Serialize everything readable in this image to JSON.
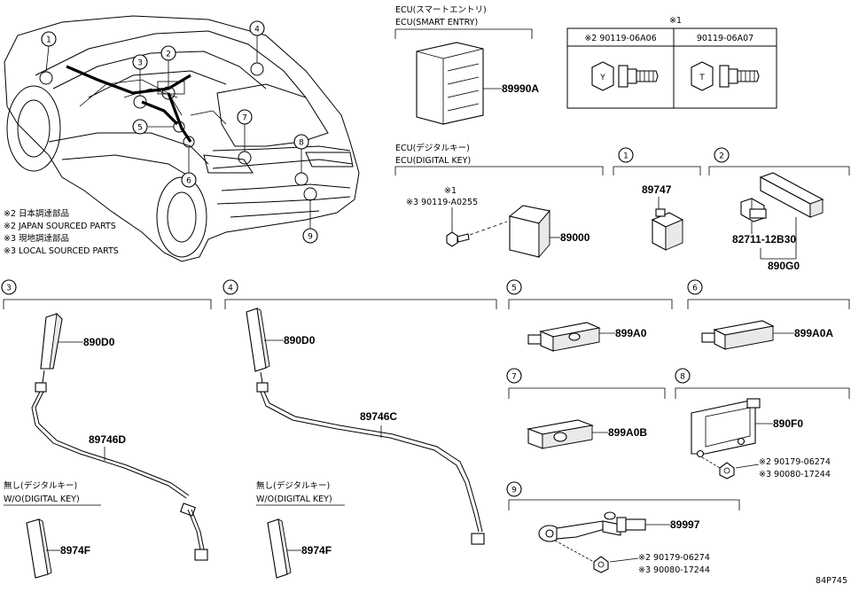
{
  "diagram_code": "84P745",
  "legend": {
    "jp2": "※2 日本調達部品",
    "en2": "※2 JAPAN SOURCED PARTS",
    "jp3": "※3 現地調達部品",
    "en3": "※3 LOCAL SOURCED PARTS"
  },
  "car_callouts": [
    "1",
    "2",
    "3",
    "4",
    "5",
    "6",
    "7",
    "8",
    "9"
  ],
  "smart_entry": {
    "title_jp": "ECU(スマートエントリ)",
    "title_en": "ECU(SMART ENTRY)",
    "part": "89990A"
  },
  "bolt_table": {
    "header": "※1",
    "col1": "※2 90119-06A06",
    "col2": "90119-06A07",
    "mark1": "Y",
    "mark2": "T"
  },
  "digital_key": {
    "title_jp": "ECU(デジタルキー)",
    "title_en": "ECU(DIGITAL KEY)",
    "note_mark": "※1",
    "bolt": "※3 90119-A0255",
    "part": "89000"
  },
  "sec1": {
    "num": "1",
    "part": "89747"
  },
  "sec2": {
    "num": "2",
    "sub": "82711-12B30",
    "part": "890G0"
  },
  "sec3": {
    "num": "3",
    "antenna": "890D0",
    "cable": "89746D",
    "wo_jp": "無し(デジタルキー)",
    "wo_en": "W/O(DIGITAL KEY)",
    "alt": "8974F"
  },
  "sec4": {
    "num": "4",
    "antenna": "890D0",
    "cable": "89746C",
    "wo_jp": "無し(デジタルキー)",
    "wo_en": "W/O(DIGITAL KEY)",
    "alt": "8974F"
  },
  "sec5": {
    "num": "5",
    "part": "899A0"
  },
  "sec6": {
    "num": "6",
    "part": "899A0A"
  },
  "sec7": {
    "num": "7",
    "part": "899A0B"
  },
  "sec8": {
    "num": "8",
    "part": "890F0",
    "bolt_a": "※2 90179-06274",
    "bolt_b": "※3 90080-17244"
  },
  "sec9": {
    "num": "9",
    "part": "89997",
    "bolt_a": "※2 90179-06274",
    "bolt_b": "※3 90080-17244"
  }
}
